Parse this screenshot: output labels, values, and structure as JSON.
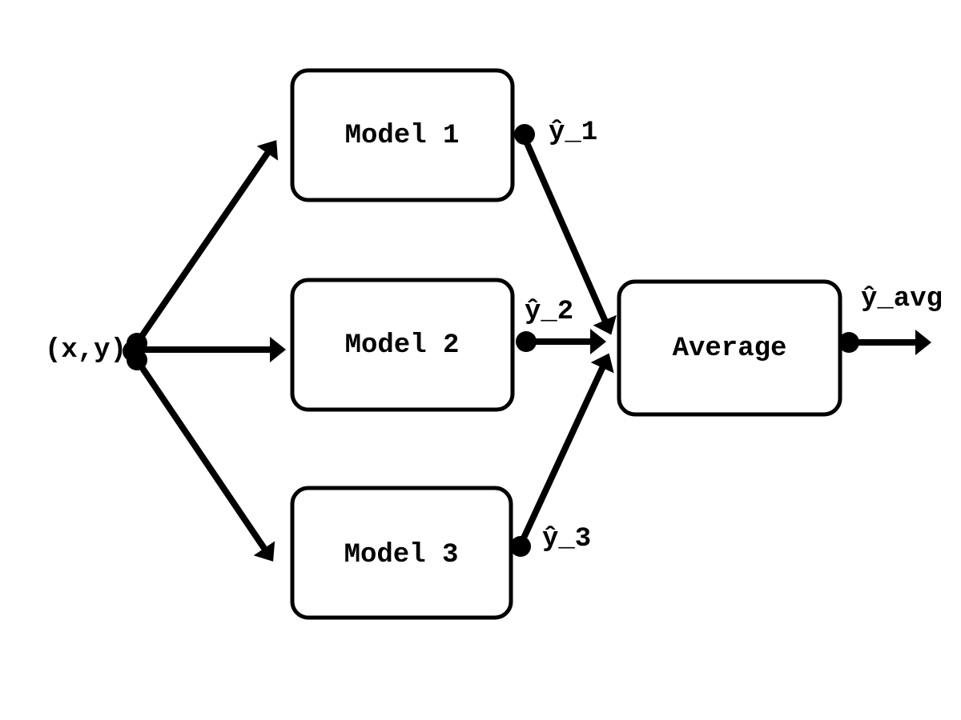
{
  "diagram": {
    "background_color": "#ffffff",
    "line_color": "#000000",
    "input": {
      "label": "(x,y)"
    },
    "nodes": {
      "model1": {
        "label": "Model 1"
      },
      "model2": {
        "label": "Model 2"
      },
      "model3": {
        "label": "Model 3"
      },
      "average": {
        "label": "Average"
      }
    },
    "edge_labels": {
      "y1": "ŷ_1",
      "y2": "ŷ_2",
      "y3": "ŷ_3",
      "yavg": "ŷ_avg"
    }
  }
}
